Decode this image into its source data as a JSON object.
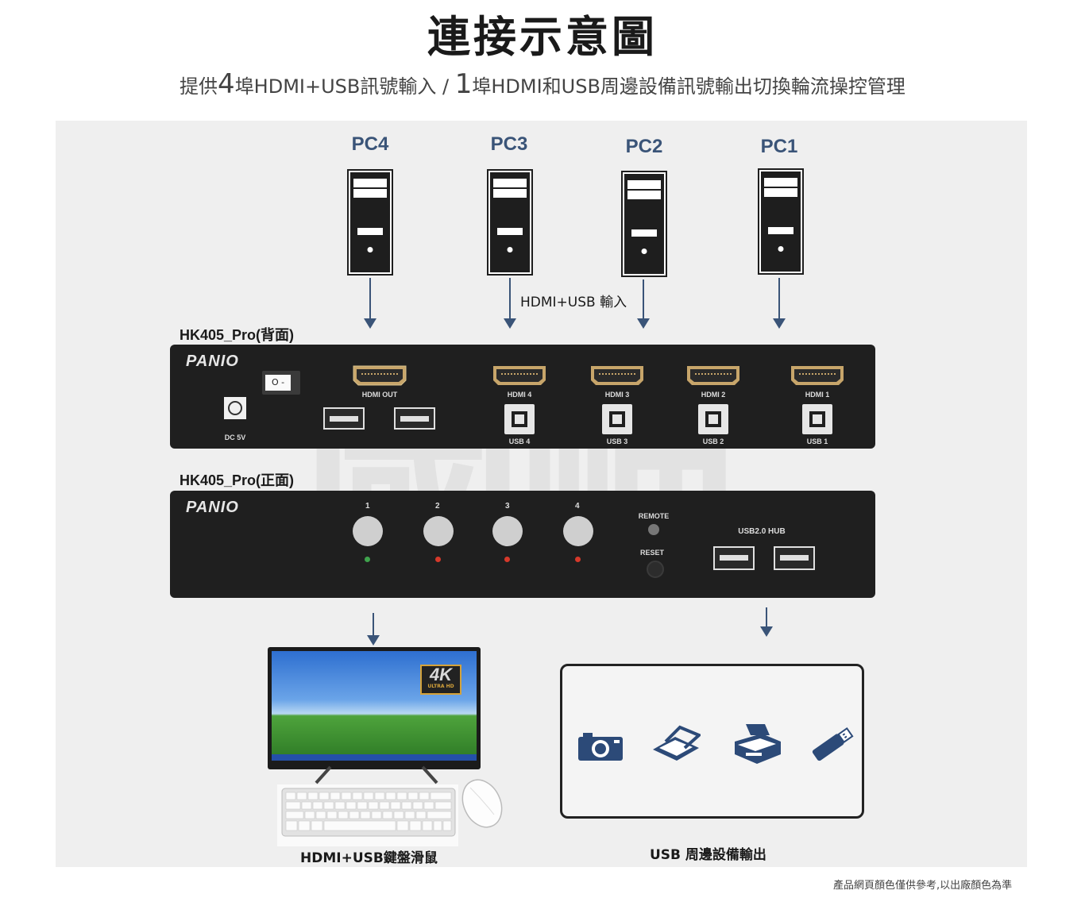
{
  "title": "連接示意圖",
  "subtitle": {
    "part1": "提供",
    "num1": "4",
    "part2": "埠HDMI+USB訊號輸入 / ",
    "num2": "1",
    "part3": "埠HDMI和USB周邊設備訊號輸出切換輪流操控管理"
  },
  "pcs": [
    "PC4",
    "PC3",
    "PC2",
    "PC1"
  ],
  "input_label": "HDMI+USB 輸入",
  "watermark": "國岬",
  "back_panel": {
    "label": "HK405_Pro(背面)",
    "logo": "PANIO",
    "switch_label": "O -",
    "dc_label": "DC 5V",
    "hdmi_out": "HDMI OUT",
    "hdmi_ports": [
      "HDMI 4",
      "HDMI 3",
      "HDMI 2",
      "HDMI 1"
    ],
    "usb_ports": [
      "USB 4",
      "USB 3",
      "USB 2",
      "USB 1"
    ]
  },
  "front_panel": {
    "label": "HK405_Pro(正面)",
    "logo": "PANIO",
    "buttons": [
      "1",
      "2",
      "3",
      "4"
    ],
    "led_colors": [
      "#3fa34d",
      "#d6392b",
      "#d6392b",
      "#d6392b"
    ],
    "remote": "REMOTE",
    "reset": "RESET",
    "hub": "USB2.0 HUB"
  },
  "monitor_badge": {
    "big": "4K",
    "small": "ULTRA HD"
  },
  "output_left": "HDMI+USB鍵盤滑鼠",
  "output_right": "USB 周邊設備輸出",
  "footnote": "產品網頁顏色僅供參考,以出廠顏色為準",
  "colors": {
    "accent": "#3a5478",
    "panel": "#1f1f1f",
    "stage": "#efefef"
  },
  "device_icons": [
    "camera-icon",
    "scanner-icon",
    "printer-icon",
    "usb-drive-icon"
  ]
}
